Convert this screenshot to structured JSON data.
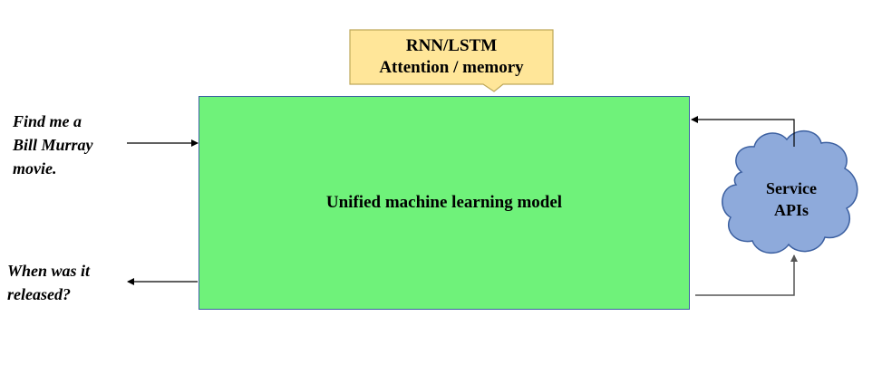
{
  "callout": {
    "line1": "RNN/LSTM",
    "line2": "Attention / memory",
    "fill": "#ffe699",
    "stroke": "#bfa95a"
  },
  "model": {
    "label": "Unified machine learning model",
    "fill": "#6ff27a",
    "border": "#3b5fa0"
  },
  "input": {
    "line1": "Find me a",
    "line2": "Bill Murray",
    "line3": "movie."
  },
  "output": {
    "line1": "When was it",
    "line2": "released?"
  },
  "service": {
    "line1": "Service",
    "line2": "APIs",
    "fill": "#8eaadb",
    "stroke": "#3b5fa0"
  }
}
